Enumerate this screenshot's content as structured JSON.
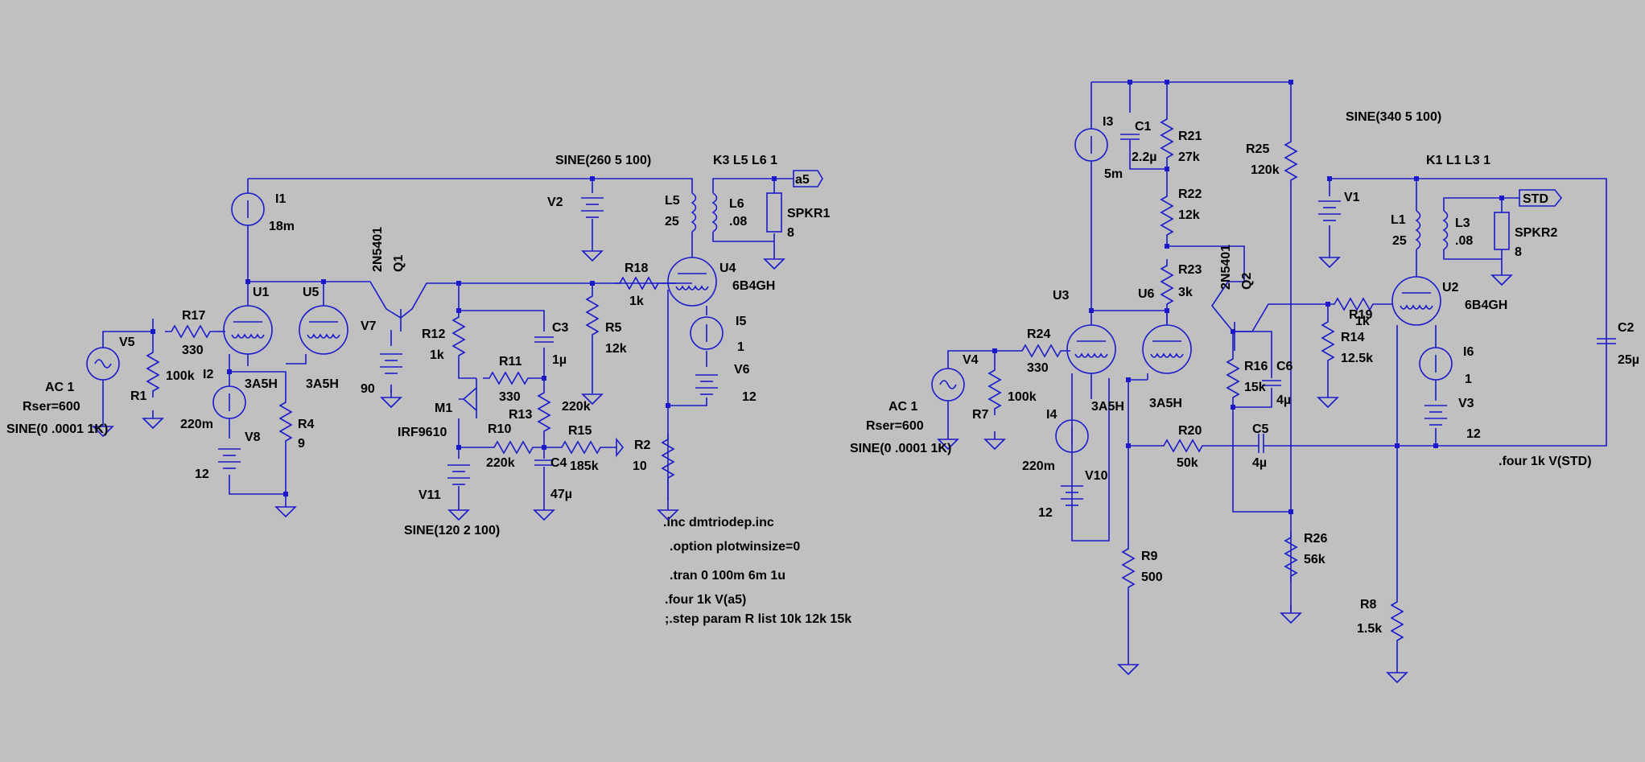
{
  "colors": {
    "background": "#c0c0c0",
    "wire": "#1a1acc",
    "text": "#000000"
  },
  "labels": {
    "V5_src": "AC 1",
    "V5_rser": "Rser=600",
    "V5_sine": "SINE(0 .0001 1K)",
    "V5": "V5",
    "R1": "R1",
    "R1_val": "100k",
    "R17": "R17",
    "R17_val": "330",
    "I1": "I1",
    "I1_val": "18m",
    "U1": "U1",
    "U5": "U5",
    "U1_type": "3A5H",
    "U5_type": "3A5H",
    "I2": "I2",
    "I2_val": "220m",
    "V8": "V8",
    "V8_val": "12",
    "R4": "R4",
    "R4_val": "9",
    "Q1_type": "2N5401",
    "Q1": "Q1",
    "V7": "V7",
    "V7_val": "90",
    "R12": "R12",
    "R12_val": "1k",
    "R11": "R11",
    "R11_val": "330",
    "M1": "M1",
    "M1_type": "IRF9610",
    "R10": "R10",
    "R10_val": "220k",
    "V11": "V11",
    "V11_sine": "SINE(120 2 100)",
    "C3": "C3",
    "C3_val": "1µ",
    "R13": "R13",
    "R13_val": "220k",
    "C4": "C4",
    "C4_val": "47µ",
    "R15": "R15",
    "R15_val": "185k",
    "R5": "R5",
    "R5_val": "12k",
    "V2": "V2",
    "V2_sine": "SINE(260 5 100)",
    "R18": "R18",
    "R18_val": "1k",
    "U4": "U4",
    "U4_type": "6B4GH",
    "K3": "K3 L5 L6 1",
    "L5": "L5",
    "L5_val": "25",
    "L6": "L6",
    "L6_val": ".08",
    "SPKR1": "SPKR1",
    "SPKR1_val": "8",
    "a5": "a5",
    "I5": "I5",
    "I5_val": "1",
    "V6": "V6",
    "V6_val": "12",
    "R2": "R2",
    "R2_val": "10",
    "V4_src": "AC 1",
    "V4_rser": "Rser=600",
    "V4_sine": "SINE(0 .0001 1K)",
    "V4": "V4",
    "R24": "R24",
    "R24_val": "330",
    "R7": "R7",
    "R7_val": "100k",
    "U3": "U3",
    "U3_type": "3A5H",
    "U6": "U6",
    "U6_type": "3A5H",
    "I4": "I4",
    "I4_val": "220m",
    "V10": "V10",
    "V10_val": "12",
    "I3": "I3",
    "I3_val": "5m",
    "C1": "C1",
    "C1_val": "2.2µ",
    "R21": "R21",
    "R21_val": "27k",
    "R22": "R22",
    "R22_val": "12k",
    "R23": "R23",
    "R23_val": "3k",
    "R25": "R25",
    "R25_val": "120k",
    "Q2_type": "2N5401",
    "Q2": "Q2",
    "R16": "R16",
    "R16_val": "15k",
    "C6": "C6",
    "C6_val": "4µ",
    "R20": "R20",
    "R20_val": "50k",
    "C5": "C5",
    "C5_val": "4µ",
    "R9": "R9",
    "R9_val": "500",
    "R26": "R26",
    "R26_val": "56k",
    "V1": "V1",
    "V1_sine": "SINE(340 5 100)",
    "K1": "K1 L1 L3 1",
    "L1": "L1",
    "L1_val": "25",
    "L3": "L3",
    "L3_val": ".08",
    "SPKR2": "SPKR2",
    "SPKR2_val": "8",
    "STD": "STD",
    "R19": "R19",
    "R19_val": "1k",
    "R14": "R14",
    "R14_val": "12.5k",
    "U2": "U2",
    "U2_type": "6B4GH",
    "I6": "I6",
    "I6_val": "1",
    "V3": "V3",
    "V3_val": "12",
    "R8": "R8",
    "R8_val": "1.5k",
    "C2": "C2",
    "C2_val": "25µ"
  },
  "directives": {
    "inc": ".inc dmtriodep.inc",
    "option": ".option plotwinsize=0",
    "tran": ".tran 0 100m 6m 1u",
    "four_a5": ".four 1k V(a5)",
    "step": ";.step param R list 10k 12k 15k",
    "four_std": ".four 1k V(STD)"
  }
}
